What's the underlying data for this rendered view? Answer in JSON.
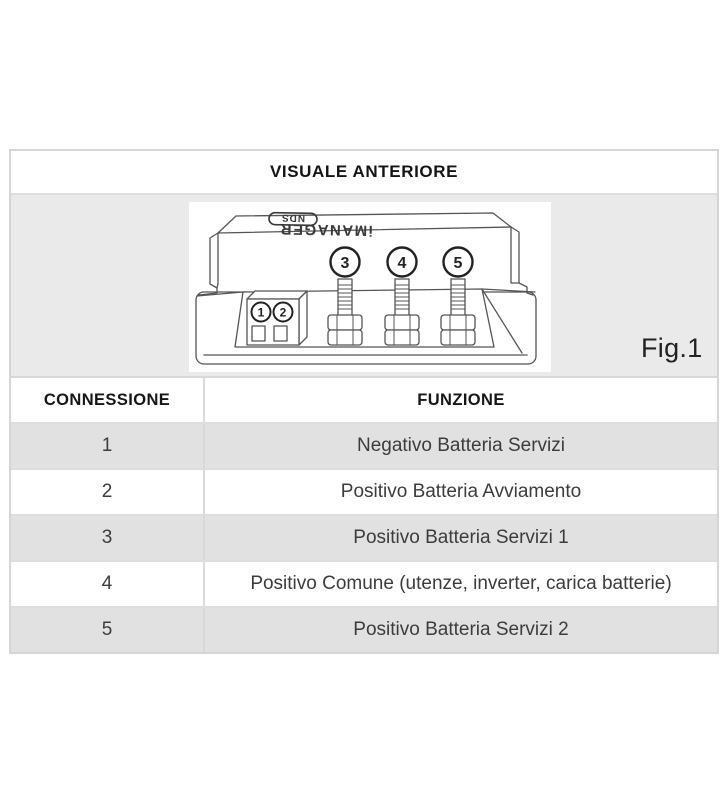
{
  "title": "VISUALE ANTERIORE",
  "figure": {
    "label": "Fig.1",
    "device_brand": "NDS",
    "device_model": "iMANAGER",
    "callouts": [
      "1",
      "2",
      "3",
      "4",
      "5"
    ]
  },
  "table": {
    "headers": [
      "CONNESSIONE",
      "FUNZIONE"
    ],
    "rows": [
      [
        "1",
        "Negativo Batteria Servizi"
      ],
      [
        "2",
        "Positivo Batteria Avviamento"
      ],
      [
        "3",
        "Positivo Batteria Servizi 1"
      ],
      [
        "4",
        "Positivo Comune (utenze, inverter, carica batterie)"
      ],
      [
        "5",
        "Positivo Batteria Servizi 2"
      ]
    ]
  },
  "colors": {
    "section_bg": "#eaeaea",
    "row_alt": "#e1e1e1",
    "border": "#d6d6d6",
    "heading_text": "#141414",
    "body_text": "#3c3c3c"
  }
}
